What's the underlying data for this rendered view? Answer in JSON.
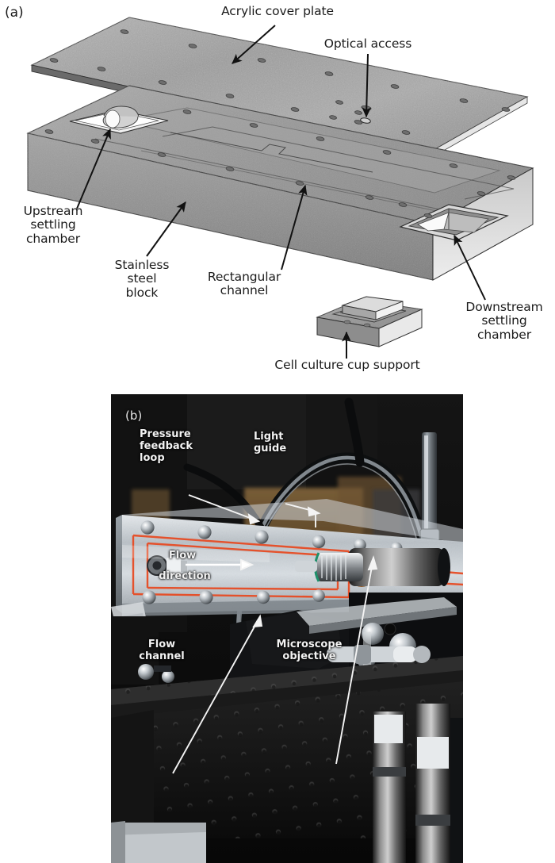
{
  "figure": {
    "panels": [
      {
        "tag": "(a)",
        "type": "exploded-cad-diagram",
        "description": "Exploded isometric view of flow chamber assembly"
      },
      {
        "tag": "(b)",
        "type": "photograph",
        "description": "Photograph of assembled flow chamber on optical table"
      }
    ]
  },
  "panel_a": {
    "tag": "(a)",
    "labels": {
      "acrylic_cover_plate": "Acrylic cover plate",
      "optical_access": "Optical access",
      "upstream_settling_chamber": "Upstream\nsettling\nchamber",
      "stainless_steel_block": "Stainless\nsteel\nblock",
      "rectangular_channel": "Rectangular\nchannel",
      "downstream_settling_chamber": "Downstream\nsettling\nchamber",
      "cell_culture_cup_support": "Cell culture cup support"
    },
    "colors": {
      "metal_light": "#b9b9b9",
      "metal_mid": "#9a9a9a",
      "metal_dark": "#6f6f6f",
      "metal_edge": "#2b2b2b",
      "text": "#1b1b1b",
      "background": "#ffffff"
    }
  },
  "panel_b": {
    "tag": "(b)",
    "labels": {
      "pressure_feedback_loop": "Pressure\nfeedback\nloop",
      "light_guide": "Light\nguide",
      "flow_direction_line1": "Flow",
      "flow_direction_line2": "direction",
      "flow_channel": "Flow\nchannel",
      "microscope_objective": "Microscope\nobjective"
    },
    "colors": {
      "label_text": "#f2f2f2",
      "channel_marking": "#e8481f",
      "background_dark": "#0a0a0a",
      "acrylic": "#c8cdd2",
      "optical_table": "#1a1a1a"
    }
  }
}
